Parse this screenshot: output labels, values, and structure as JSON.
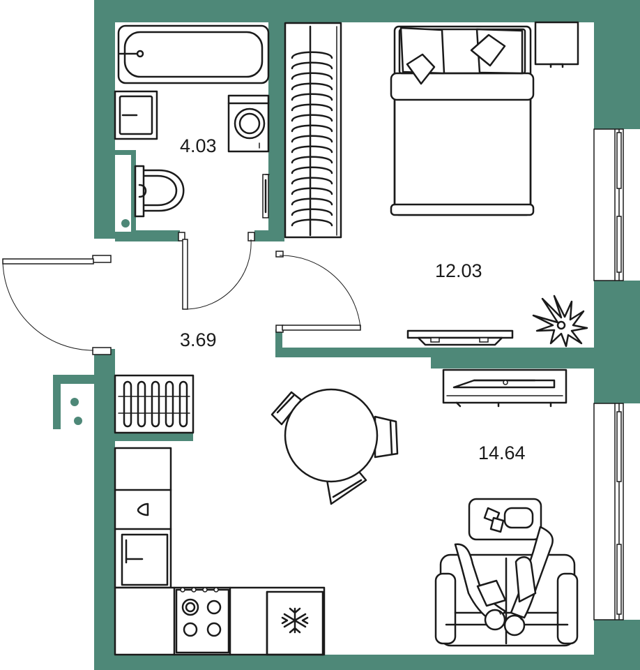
{
  "colors": {
    "wall": "#4e8878",
    "line": "#1a1a1a",
    "background": "#ffffff"
  },
  "rooms": [
    {
      "id": "bathroom",
      "area": "4.03"
    },
    {
      "id": "hallway",
      "area": "3.69"
    },
    {
      "id": "bedroom",
      "area": "12.03"
    },
    {
      "id": "kitchen-living",
      "area": "14.64"
    }
  ]
}
